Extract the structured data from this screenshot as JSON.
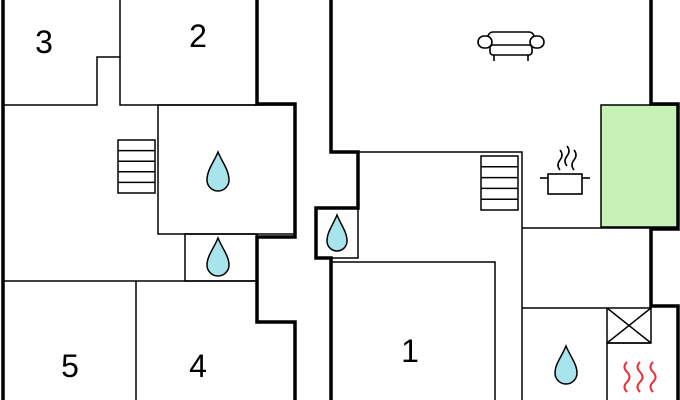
{
  "floorplan": {
    "rooms": [
      {
        "label": "3"
      },
      {
        "label": "2"
      },
      {
        "label": "5"
      },
      {
        "label": "4"
      },
      {
        "label": "1"
      }
    ],
    "icons": {
      "sofa": "sofa-icon",
      "cooking_pot": "cooking-pot-icon",
      "water_drop": "water-drop-icon",
      "stairs": "stairs-icon",
      "heating": "heating-icon",
      "storage_cross": "storage-cross-icon"
    },
    "colors": {
      "highlight_room": "#c7f2b5",
      "water_drop": "#a8e4ec",
      "heating": "#e8323c"
    }
  }
}
